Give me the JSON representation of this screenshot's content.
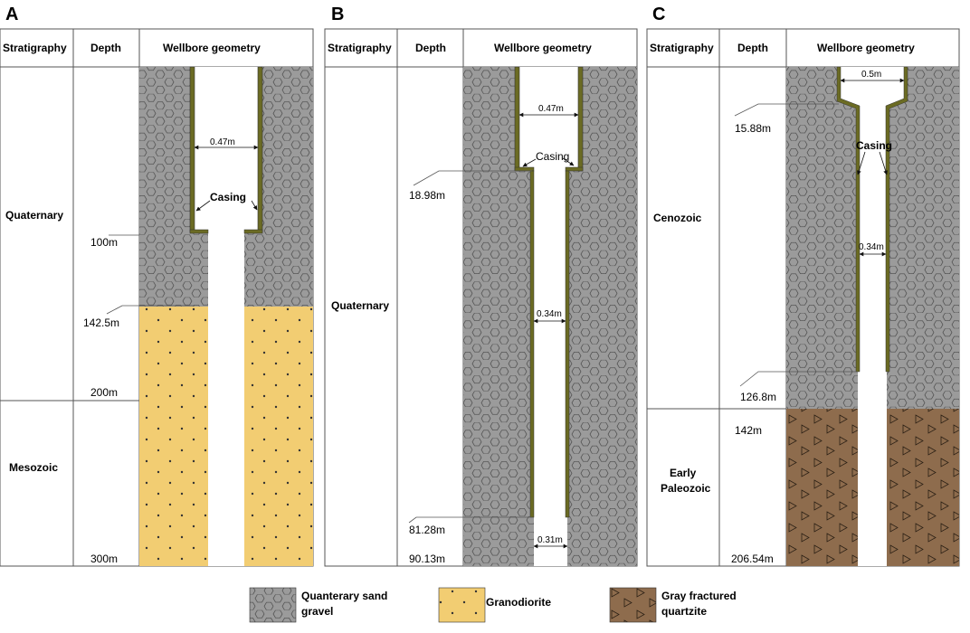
{
  "colors": {
    "gravel": "#9b9b9b",
    "granodiorite": "#f2cd72",
    "quartzite": "#8e6c4d",
    "casing": "#6b6b23",
    "frame": "#555555"
  },
  "panels": [
    {
      "letter": "A",
      "headers": {
        "stratigraphy": "Stratigraphy",
        "depth": "Depth",
        "geometry": "Wellbore geometry"
      },
      "strata": [
        "Quaternary",
        "Mesozoic"
      ],
      "depths": [
        "100m",
        "142.5m",
        "200m",
        "300m"
      ],
      "dims": [
        "0.47m"
      ],
      "casing_label": "Casing"
    },
    {
      "letter": "B",
      "headers": {
        "stratigraphy": "Stratigraphy",
        "depth": "Depth",
        "geometry": "Wellbore geometry"
      },
      "strata": [
        "Quaternary"
      ],
      "depths": [
        "18.98m",
        "81.28m",
        "90.13m"
      ],
      "dims": [
        "0.47m",
        "0.34m",
        "0.31m"
      ],
      "casing_label": "Casing"
    },
    {
      "letter": "C",
      "headers": {
        "stratigraphy": "Stratigraphy",
        "depth": "Depth",
        "geometry": "Wellbore geometry"
      },
      "strata": [
        "Cenozoic",
        "Early",
        "Paleozoic"
      ],
      "depths": [
        "15.88m",
        "126.8m",
        "142m",
        "206.54m"
      ],
      "dims": [
        "0.5m",
        "0.34m"
      ],
      "casing_label": "Casing"
    }
  ],
  "legend": [
    {
      "name": "Quanterary sand",
      "line2": "gravel",
      "pattern": "gravel"
    },
    {
      "name": "Granodiorite",
      "line2": "",
      "pattern": "granodiorite"
    },
    {
      "name": "Gray fractured",
      "line2": "quartzite",
      "pattern": "quartzite"
    }
  ]
}
